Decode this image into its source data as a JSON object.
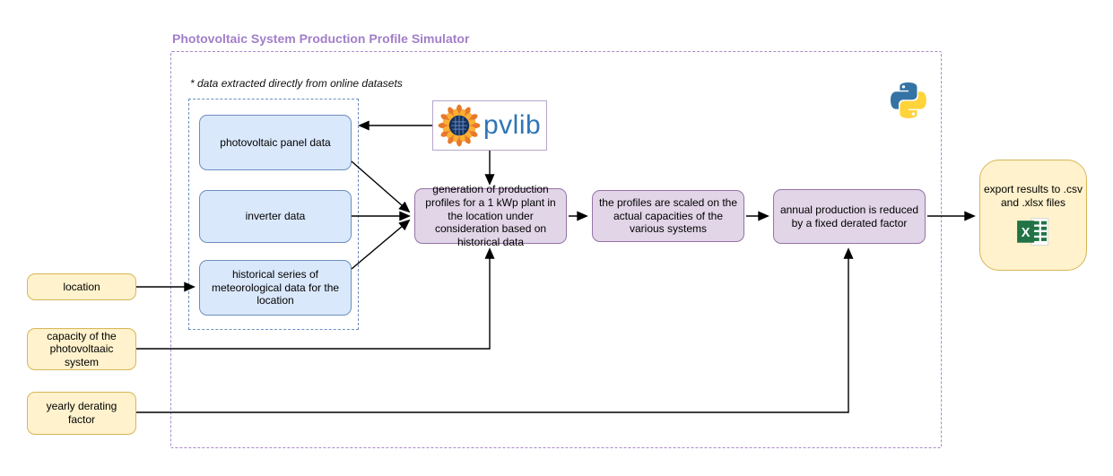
{
  "title": "Photovoltaic System Production Profile Simulator",
  "note": "* data extracted directly from online datasets",
  "nodes": {
    "pv_panel_data": "photovoltaic panel data",
    "inverter_data": "inverter data",
    "met_series": "historical series of meteorological data for the location",
    "generation": "generation of production profiles for a 1 kWp plant in the location under consideration based on historical data",
    "scaling": "the profiles are scaled on the actual capacities of the various systems",
    "derating": "annual production is reduced by a fixed derated factor",
    "export": "export results to .csv and .xlsx files",
    "location": "location",
    "capacity": "capacity of the photovoltaaic system",
    "yearly_derating": "yearly derating factor"
  },
  "logos": {
    "pvlib_label": "pvlib",
    "pvlib_icon": "sunflower-solar-panel-icon",
    "python_icon": "python-logo-icon",
    "excel_icon": "excel-icon"
  },
  "colors": {
    "title_text": "#a27fc9",
    "container_border": "#a68bc9",
    "dataset_border": "#6c8ebf",
    "blue_fill": "#dae8fc",
    "blue_border": "#6c8ebf",
    "purple_fill": "#e1d5e7",
    "purple_border": "#9673a6",
    "yellow_fill": "#fff2cc",
    "yellow_border": "#d6b656",
    "pvlib_text": "#2e75b6",
    "python_blue": "#3673a5",
    "python_yellow": "#ffd43b",
    "excel_green": "#217346",
    "arrow": "#000000"
  }
}
